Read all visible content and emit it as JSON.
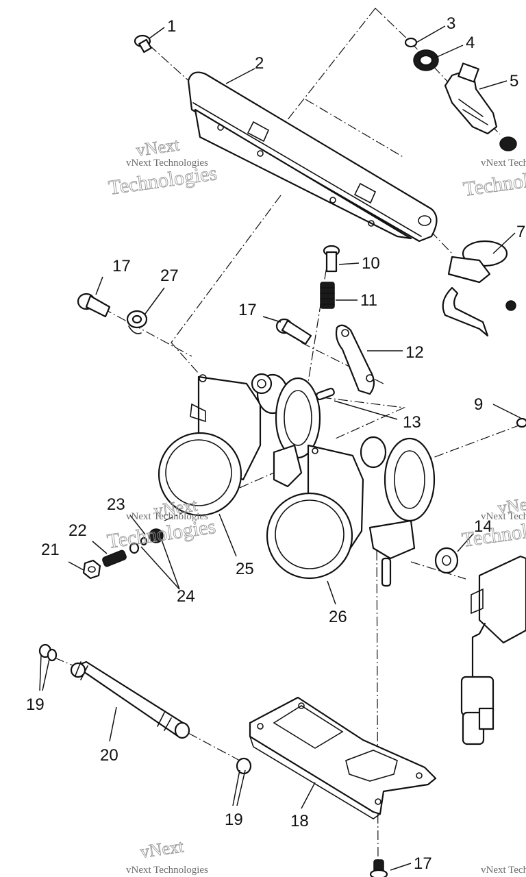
{
  "diagram": {
    "callouts": [
      {
        "id": "c1",
        "text": "1"
      },
      {
        "id": "c2",
        "text": "2"
      },
      {
        "id": "c3",
        "text": "3"
      },
      {
        "id": "c4",
        "text": "4"
      },
      {
        "id": "c5",
        "text": "5"
      },
      {
        "id": "c7",
        "text": "7"
      },
      {
        "id": "c9",
        "text": "9"
      },
      {
        "id": "c10",
        "text": "10"
      },
      {
        "id": "c11",
        "text": "11"
      },
      {
        "id": "c12",
        "text": "12"
      },
      {
        "id": "c13",
        "text": "13"
      },
      {
        "id": "c14",
        "text": "14"
      },
      {
        "id": "c17a",
        "text": "17"
      },
      {
        "id": "c17b",
        "text": "17"
      },
      {
        "id": "c17c",
        "text": "17"
      },
      {
        "id": "c18",
        "text": "18"
      },
      {
        "id": "c19a",
        "text": "19"
      },
      {
        "id": "c19b",
        "text": "19"
      },
      {
        "id": "c20",
        "text": "20"
      },
      {
        "id": "c21",
        "text": "21"
      },
      {
        "id": "c22",
        "text": "22"
      },
      {
        "id": "c23",
        "text": "23"
      },
      {
        "id": "c24",
        "text": "24"
      },
      {
        "id": "c25",
        "text": "25"
      },
      {
        "id": "c26",
        "text": "26"
      },
      {
        "id": "c27",
        "text": "27"
      }
    ],
    "watermark": {
      "line1": "vNext",
      "line2": "vNext Technologies",
      "line3": "Technologies"
    }
  }
}
